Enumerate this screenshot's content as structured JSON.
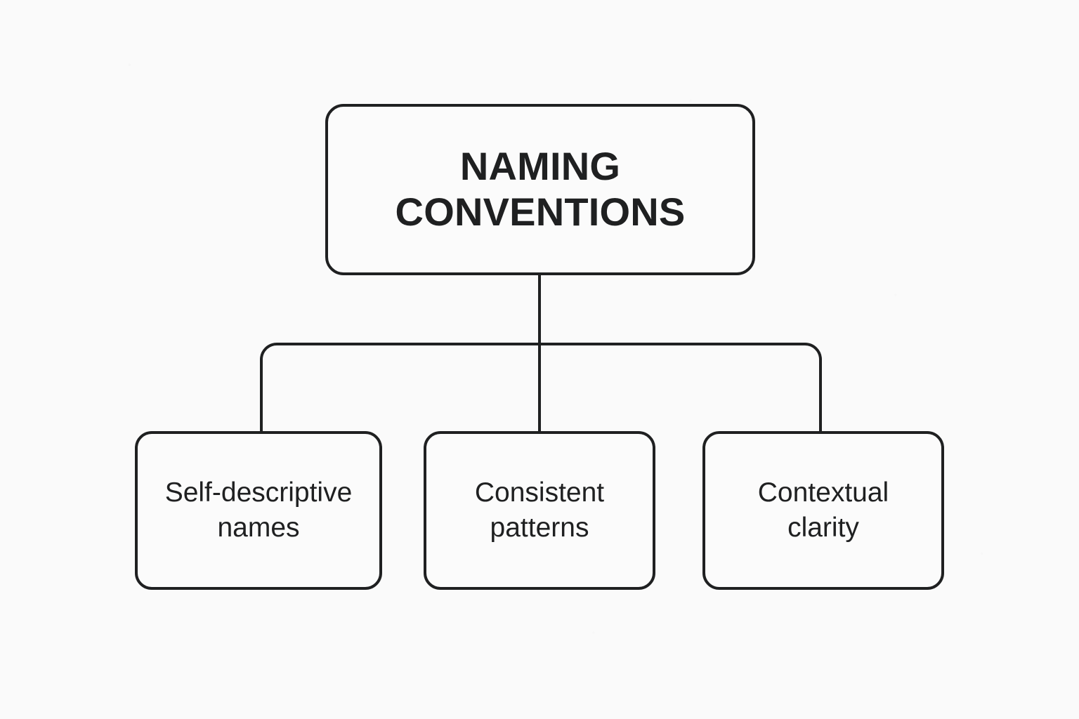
{
  "diagram": {
    "type": "hierarchy-tree",
    "title": "Naming Conventions",
    "colors": {
      "background": "#fafafa",
      "node_fill": "#fbfbfb",
      "ink": "#1f2021",
      "stroke": "#1f2021"
    },
    "root": {
      "id": "naming-conventions",
      "label": "NAMING\nCONVENTIONS",
      "emphasis": "bold-uppercase"
    },
    "children": [
      {
        "id": "self-descriptive-names",
        "label": "Self-descriptive\nnames"
      },
      {
        "id": "consistent-patterns",
        "label": "Consistent\npatterns"
      },
      {
        "id": "contextual-clarity",
        "label": "Contextual\nclarity"
      }
    ],
    "connectors": {
      "style": "orthogonal-rounded",
      "description": "Trunk drops from root bottom center to a horizontal bus, which branches with rounded elbows down into each of the three child nodes."
    }
  }
}
